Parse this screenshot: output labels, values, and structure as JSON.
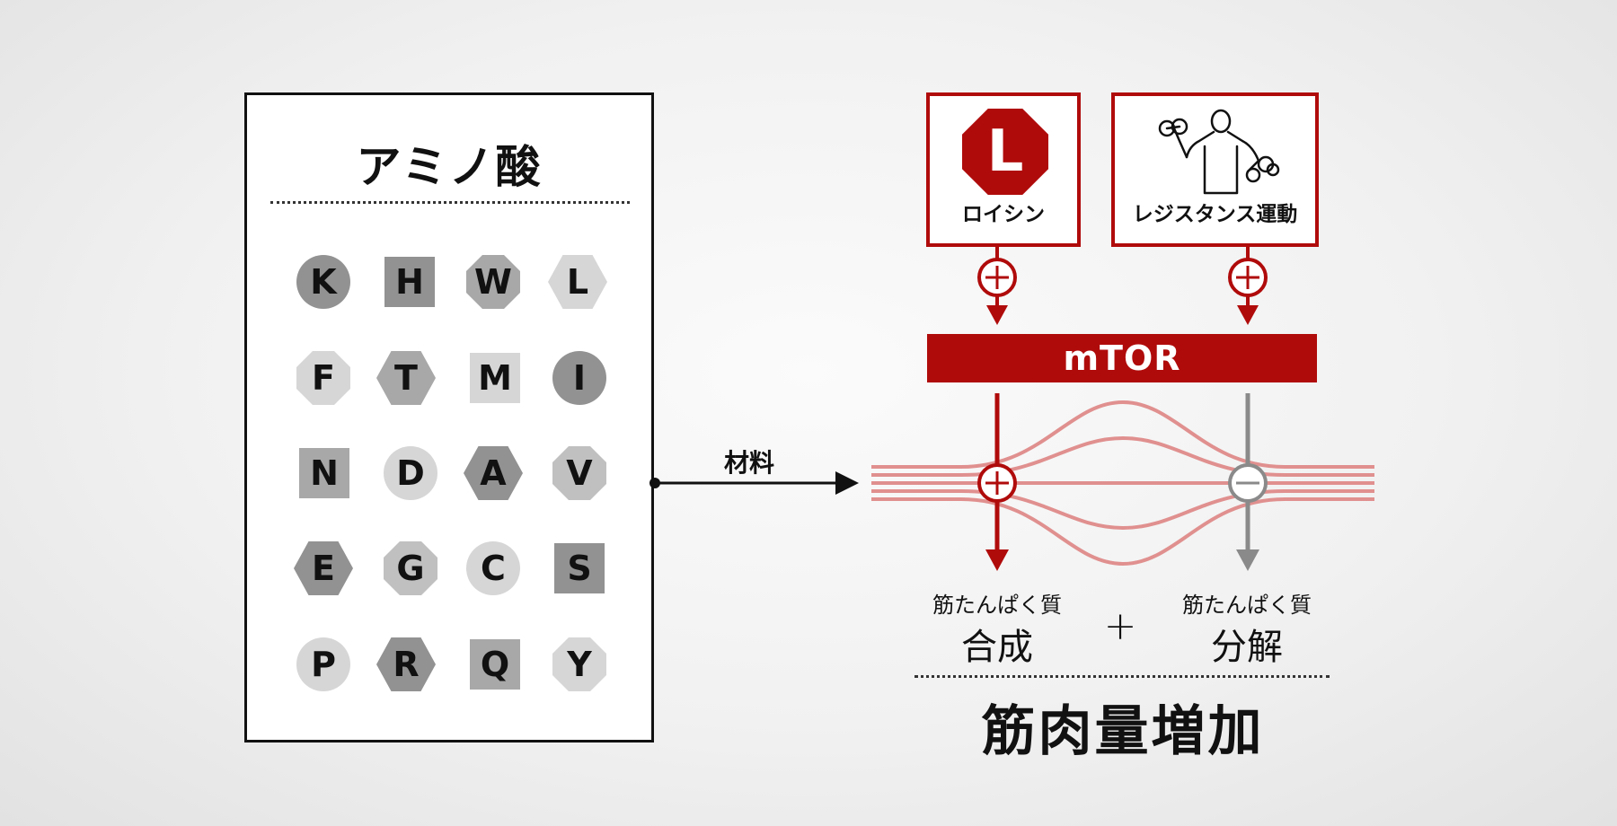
{
  "amino_panel": {
    "title": "アミノ酸",
    "letters": [
      [
        "K",
        "H",
        "W",
        "L"
      ],
      [
        "F",
        "T",
        "M",
        "I"
      ],
      [
        "N",
        "D",
        "A",
        "V"
      ],
      [
        "E",
        "G",
        "C",
        "S"
      ],
      [
        "P",
        "R",
        "Q",
        "Y"
      ]
    ]
  },
  "arrow_label": "材料",
  "leucine": {
    "badge": "L",
    "label": "ロイシン"
  },
  "exercise": {
    "label": "レジスタンス運動"
  },
  "mtor": "mTOR",
  "synthesis": {
    "sub": "筋たんぱく質",
    "main": "合成"
  },
  "breakdown": {
    "sub": "筋たんぱく質",
    "main": "分解"
  },
  "plus": "+",
  "result": "筋肉量増加",
  "colors": {
    "accent": "#b00b0b",
    "muscle_lines": "#e0908f",
    "inhibit": "#8a8a8a"
  },
  "icons": [
    "plus-circle-icon",
    "minus-circle-icon",
    "dumbbell-person-icon",
    "leucine-octagon-icon"
  ]
}
